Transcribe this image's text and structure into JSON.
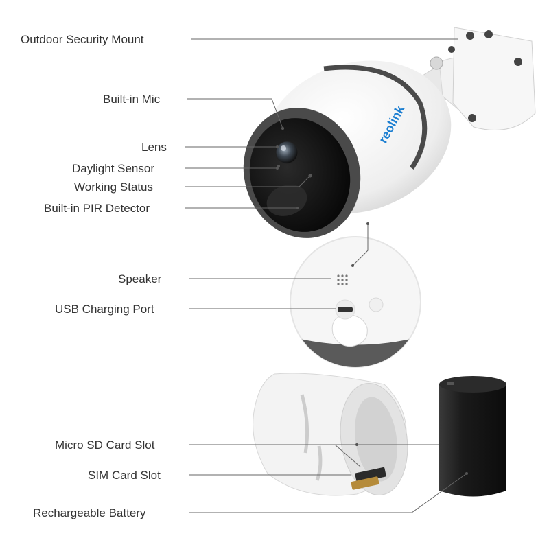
{
  "brand": "reolink",
  "labels": {
    "mount": "Outdoor Security Mount",
    "mic": "Built-in Mic",
    "lens": "Lens",
    "daylight": "Daylight Sensor",
    "status": "Working Status",
    "pir": "Built-in PIR Detector",
    "speaker": "Speaker",
    "usb": "USB Charging Port",
    "sd": "Micro SD Card Slot",
    "sim": "SIM Card Slot",
    "battery": "Rechargeable Battery"
  },
  "colors": {
    "body": "#f4f4f4",
    "ring": "#4a4a4a",
    "face": "#111111",
    "brand": "#1d7fd1",
    "battery": "#1e1e1e",
    "line": "#666666"
  }
}
